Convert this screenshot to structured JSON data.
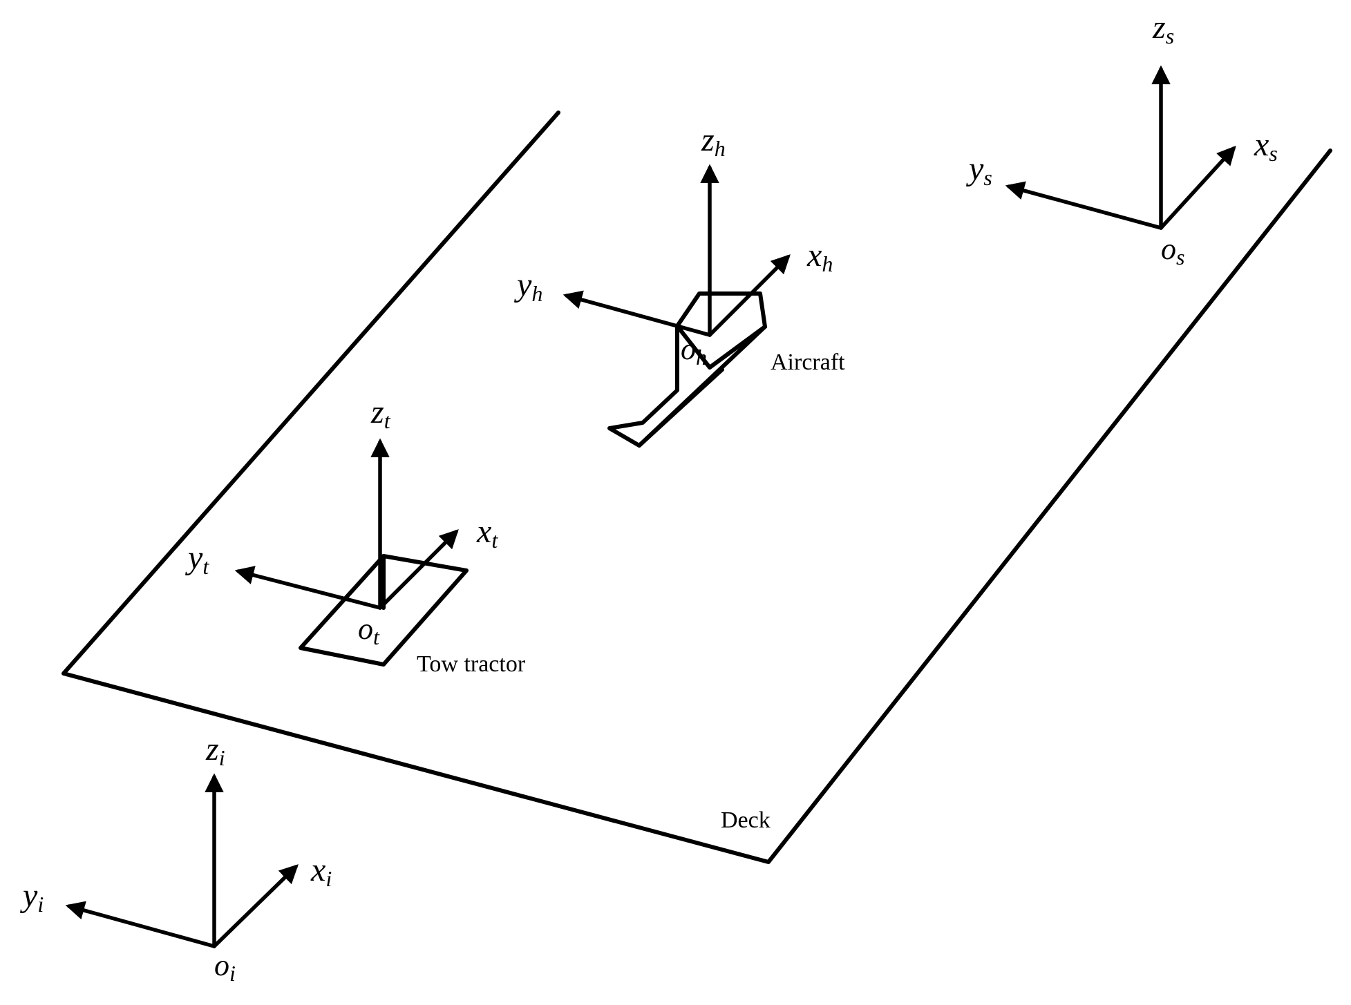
{
  "labels": {
    "deck": "Deck",
    "aircraft": "Aircraft",
    "tractor": "Tow tractor"
  },
  "frames": [
    {
      "id": "s",
      "x": "x",
      "y": "y",
      "z": "z",
      "o": "o",
      "sub": "s"
    },
    {
      "id": "h",
      "x": "x",
      "y": "y",
      "z": "z",
      "o": "o",
      "sub": "h"
    },
    {
      "id": "t",
      "x": "x",
      "y": "y",
      "z": "z",
      "o": "o",
      "sub": "t"
    },
    {
      "id": "i",
      "x": "x",
      "y": "y",
      "z": "z",
      "o": "o",
      "sub": "i"
    }
  ]
}
